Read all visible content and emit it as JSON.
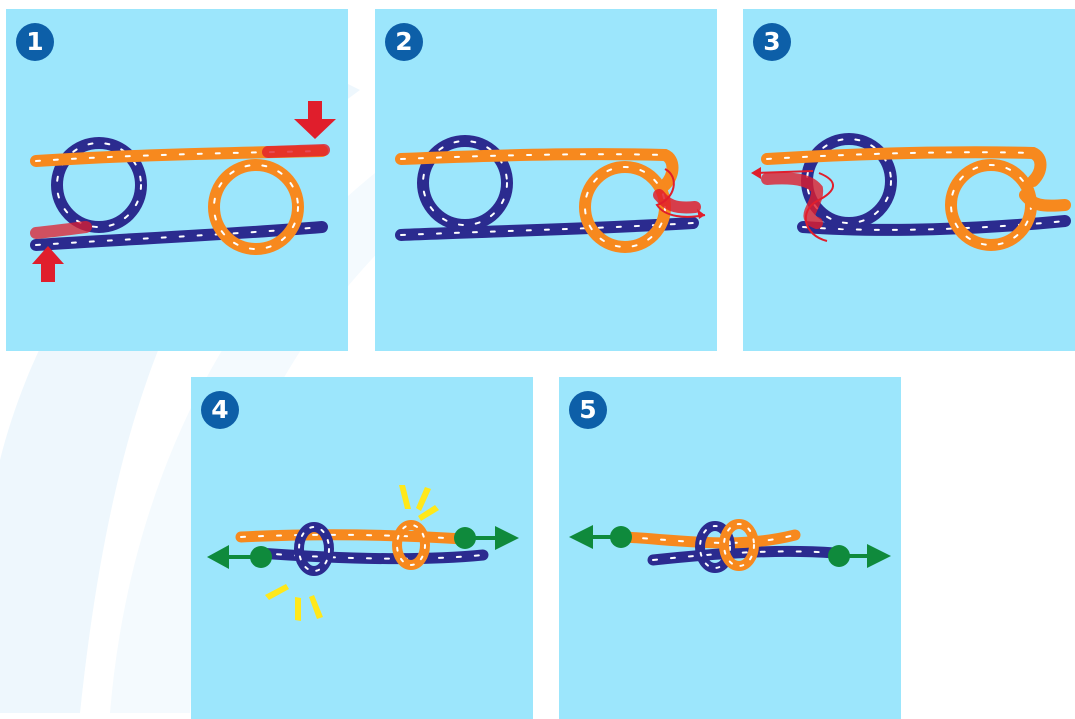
{
  "steps": [
    {
      "number": "1"
    },
    {
      "number": "2"
    },
    {
      "number": "3"
    },
    {
      "number": "4"
    },
    {
      "number": "5"
    }
  ],
  "colors": {
    "panel_background": "#9ce6fc",
    "badge": "#0d5fa8",
    "rope_orange": "#f7891e",
    "rope_blue": "#2b2b8f",
    "rope_speckle": "#ffffff",
    "arrow_red": "#e01e2c",
    "pull_green": "#0f8a3c",
    "tension_yellow": "#ffe81a"
  },
  "icons": [
    "down-arrow-icon",
    "up-arrow-icon",
    "curved-arrow-icon",
    "pull-left-arrow-icon",
    "pull-right-arrow-icon",
    "tension-burst-icon"
  ]
}
